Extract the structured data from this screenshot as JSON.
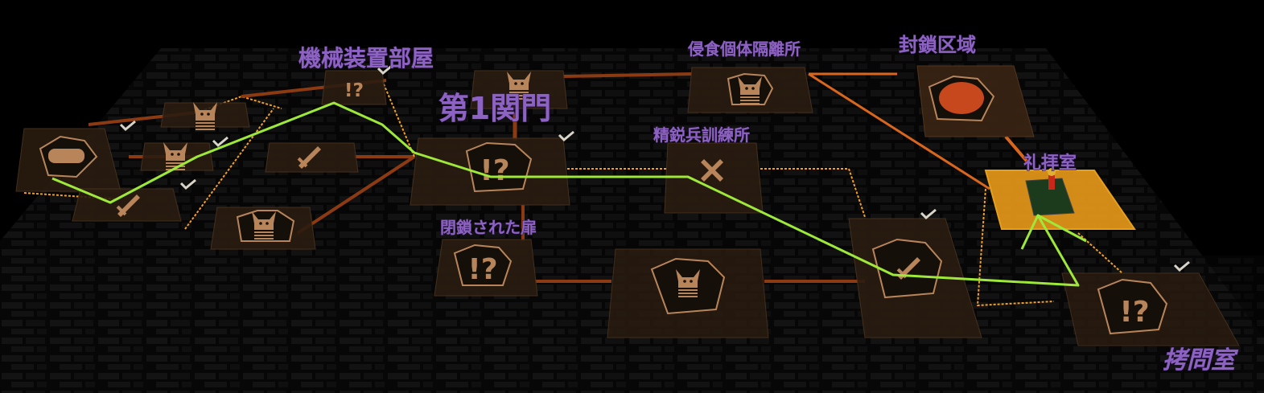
{
  "map": {
    "rooms": [
      {
        "id": "entrance",
        "icon": "entrance-gate-icon",
        "state": "cleared"
      },
      {
        "id": "enemy-a",
        "icon": "demon-enemy-icon",
        "state": "cleared"
      },
      {
        "id": "enemy-b",
        "icon": "demon-enemy-icon",
        "state": "cleared"
      },
      {
        "id": "combat-a",
        "icon": "sword-combat-icon",
        "state": "cleared"
      },
      {
        "id": "combat-b",
        "icon": "sword-combat-icon",
        "state": "unvisited"
      },
      {
        "id": "enemy-c",
        "icon": "demon-enemy-icon",
        "state": "unvisited"
      },
      {
        "id": "machine-room",
        "icon": "event-question-icon",
        "state": "cleared"
      },
      {
        "id": "enemy-d",
        "icon": "demon-enemy-icon",
        "state": "unvisited"
      },
      {
        "id": "gate1",
        "icon": "event-question-icon",
        "state": "cleared"
      },
      {
        "id": "closed-door",
        "icon": "event-question-icon",
        "state": "unvisited"
      },
      {
        "id": "isolation",
        "icon": "demon-enemy-icon",
        "state": "unvisited"
      },
      {
        "id": "elite-training",
        "icon": "crossed-swords-elite-icon",
        "state": "unvisited"
      },
      {
        "id": "enemy-e",
        "icon": "demon-enemy-icon",
        "state": "unvisited"
      },
      {
        "id": "lockdown",
        "icon": "boss-beast-icon",
        "state": "unvisited"
      },
      {
        "id": "combat-c",
        "icon": "sword-combat-icon",
        "state": "cleared"
      },
      {
        "id": "prayer-room",
        "icon": "player-location-icon",
        "state": "current"
      },
      {
        "id": "torture-room",
        "icon": "event-question-icon",
        "state": "cleared"
      }
    ],
    "labels": {
      "machine_room": "機械装置部屋",
      "gate1": "第1関門",
      "isolation": "侵食個体隔離所",
      "lockdown": "封鎖区域",
      "elite_training": "精鋭兵訓練所",
      "closed_door": "閉鎖された扉",
      "prayer_room": "礼拝室",
      "torture_room": "拷問室"
    },
    "colors": {
      "route_line": "#9ee83a",
      "corridor_orange": "#d9661c",
      "corridor_dark": "#8b3a12",
      "dotted_path": "#f0a02a",
      "label_purple": "#8c62c2",
      "tile_fill": "#2a1c10",
      "icon_fill": "#b8845a",
      "current_room": "#e89a18",
      "checkmark": "#d8d4c8"
    }
  }
}
